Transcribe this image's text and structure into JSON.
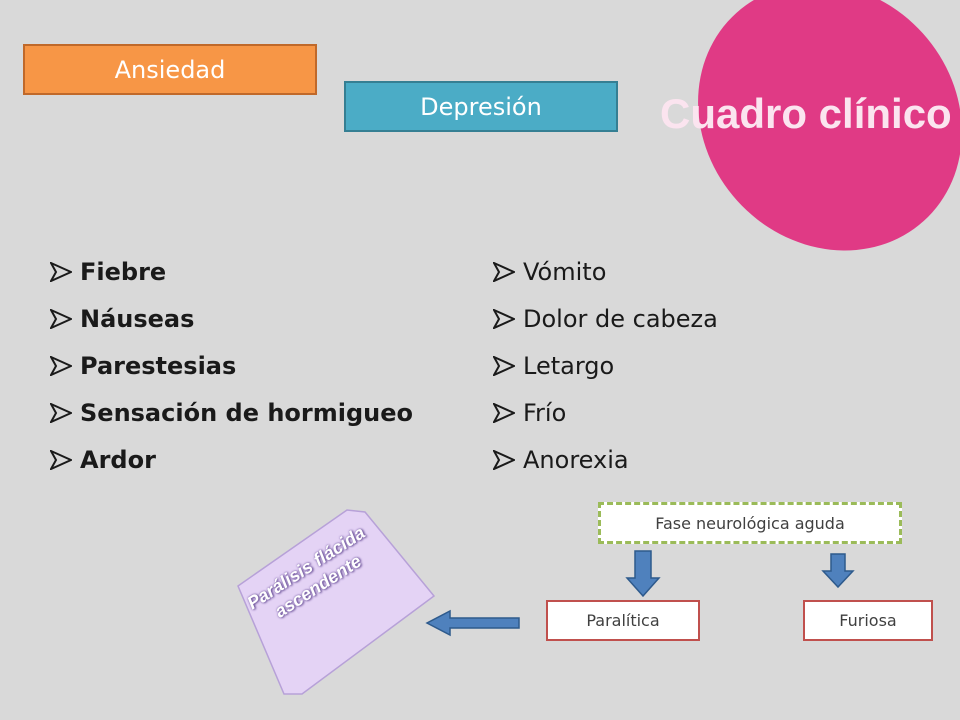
{
  "boxes": {
    "ansiedad": "Ansiedad",
    "depresion": "Depresión"
  },
  "title": "Cuadro clínico",
  "left_list": [
    "Fiebre",
    "Náuseas",
    "Parestesias",
    "Sensación de hormigueo",
    "Ardor"
  ],
  "right_list": [
    "Vómito",
    "Dolor de cabeza",
    "Letargo",
    "Frío",
    "Anorexia"
  ],
  "diagram": {
    "phase": "Fase neurológica aguda",
    "branches": [
      "Paralítica",
      "Furiosa"
    ],
    "paralysis": "Parálisis flácida ascendente"
  },
  "colors": {
    "background": "#d9d9d9",
    "ansiedad": "#f79646",
    "depresion": "#4bacc6",
    "title_ellipse": "#e03a85",
    "phase_border": "#9bbb59",
    "branch_border": "#c0504d",
    "arrow": "#4f81bd",
    "paralysis_fill": "#e4d3f5"
  }
}
